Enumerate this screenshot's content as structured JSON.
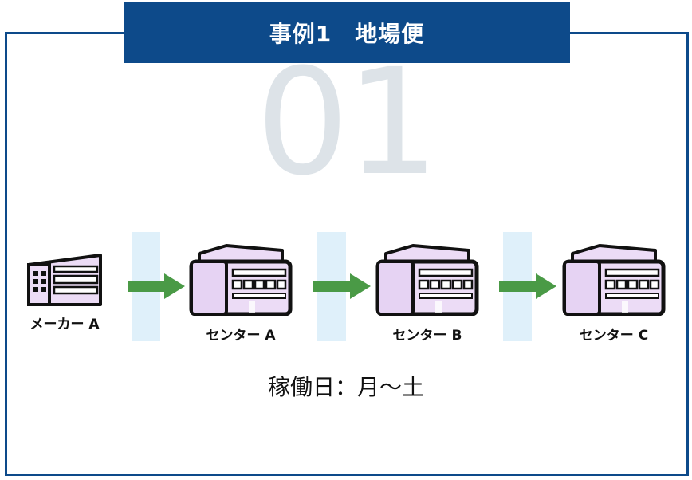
{
  "title": "事例1　地場便",
  "number": "01",
  "nodes": [
    {
      "label": "メーカー A"
    },
    {
      "label": "センター A"
    },
    {
      "label": "センター B"
    },
    {
      "label": "センター C"
    }
  ],
  "schedule": "稼働日：月～土",
  "colors": {
    "brand": "#0d4a8a",
    "arrow": "#4a9a46",
    "stripe": "#dff0fa",
    "building_fill": "#ecdcf6",
    "number": "#dde3e8"
  },
  "icons": [
    "factory-building-icon",
    "warehouse-building-icon",
    "right-arrow-icon"
  ]
}
